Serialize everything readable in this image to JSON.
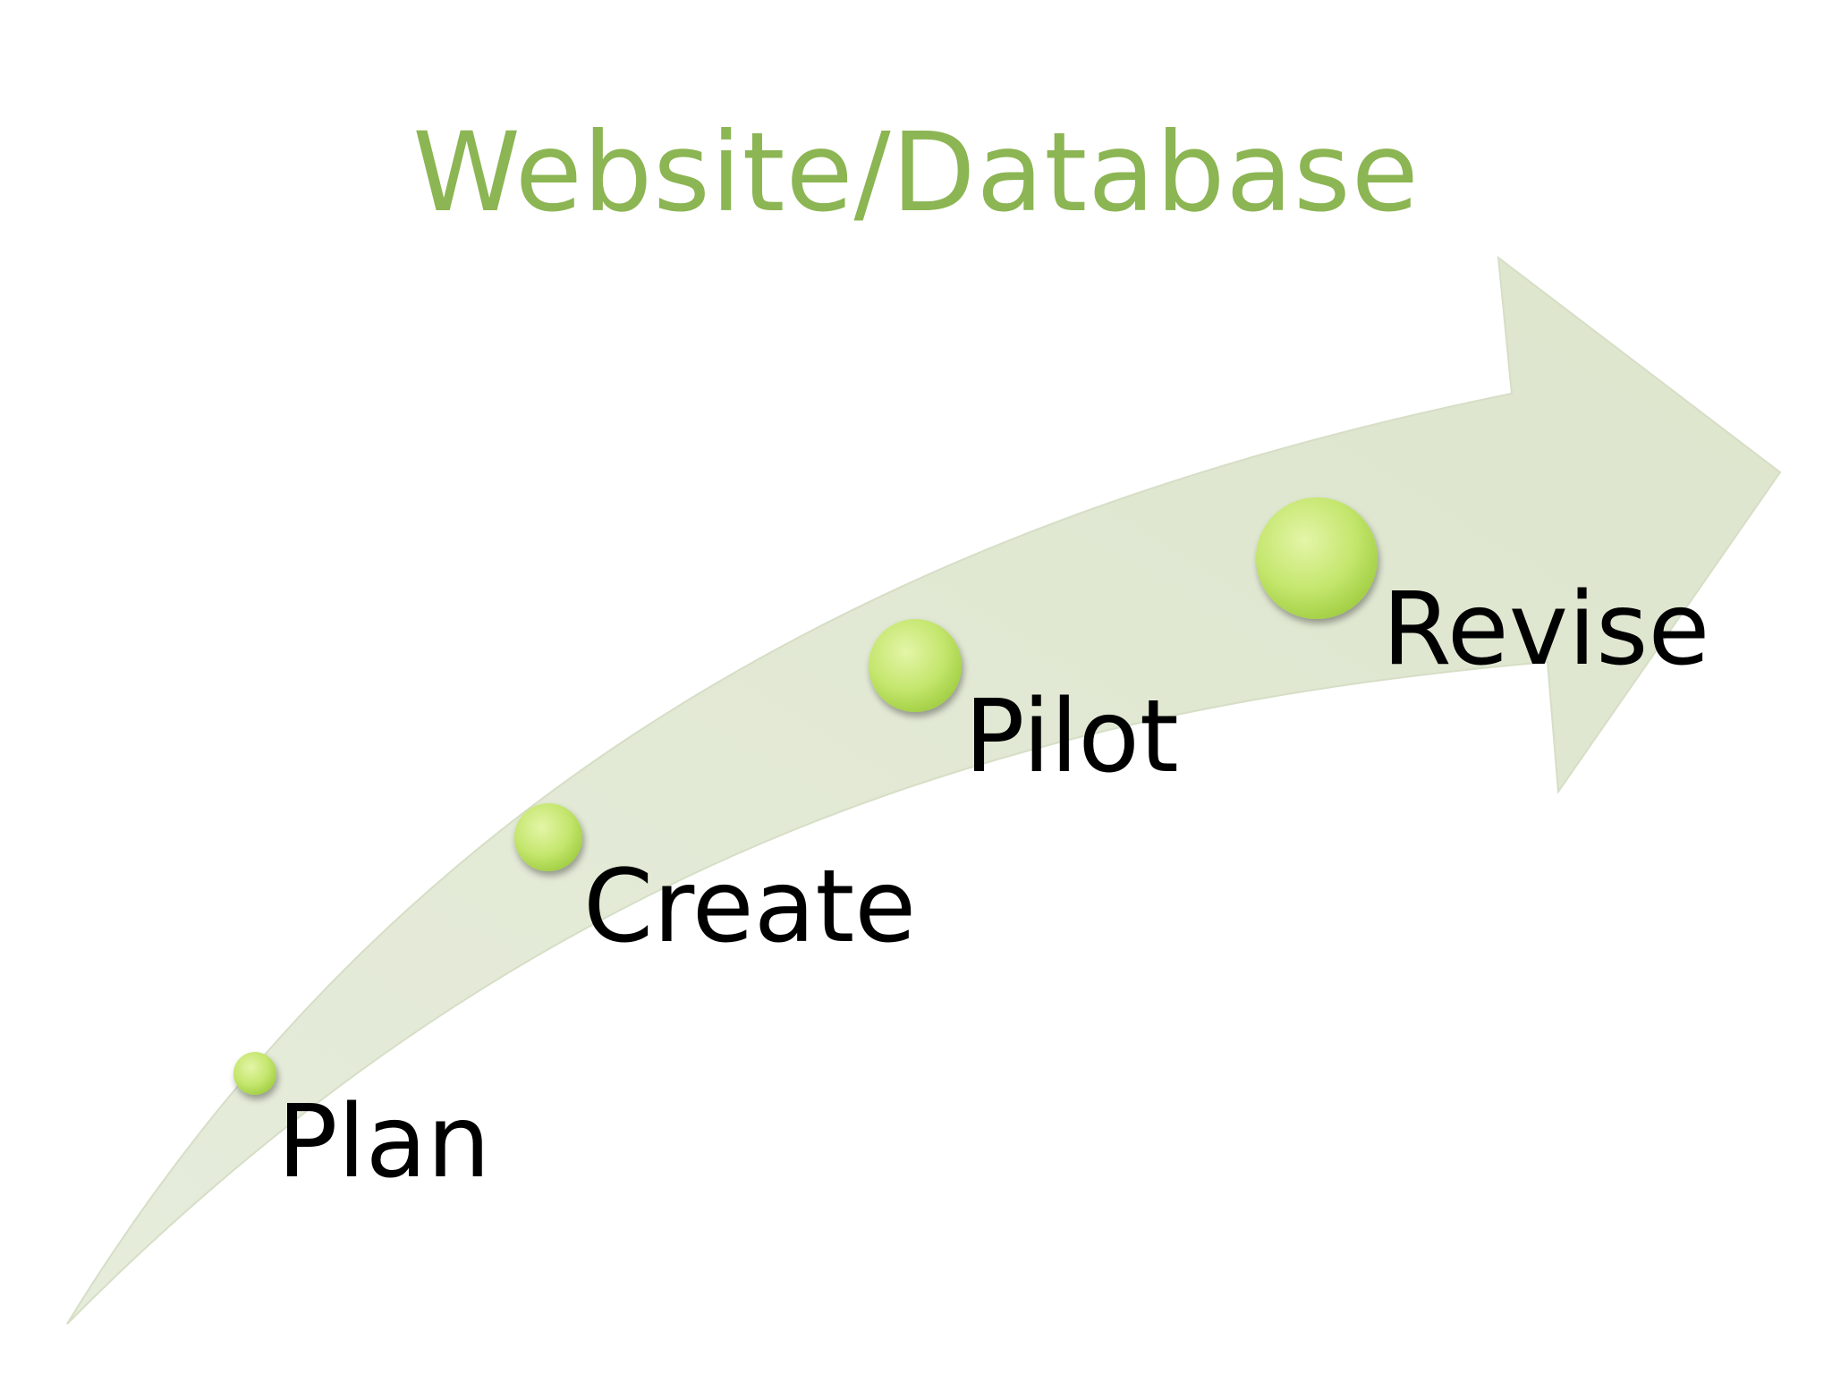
{
  "slide": {
    "title": "Website/Database"
  },
  "process": {
    "steps": [
      {
        "label": "Plan"
      },
      {
        "label": "Create"
      },
      {
        "label": "Pilot"
      },
      {
        "label": "Revise"
      }
    ]
  },
  "colors": {
    "title": "#8cb553",
    "arrow_fill": "#e1e8d4",
    "bullet_light": "#dff3a0",
    "bullet_dark": "#9ccd3a",
    "label": "#000000"
  }
}
